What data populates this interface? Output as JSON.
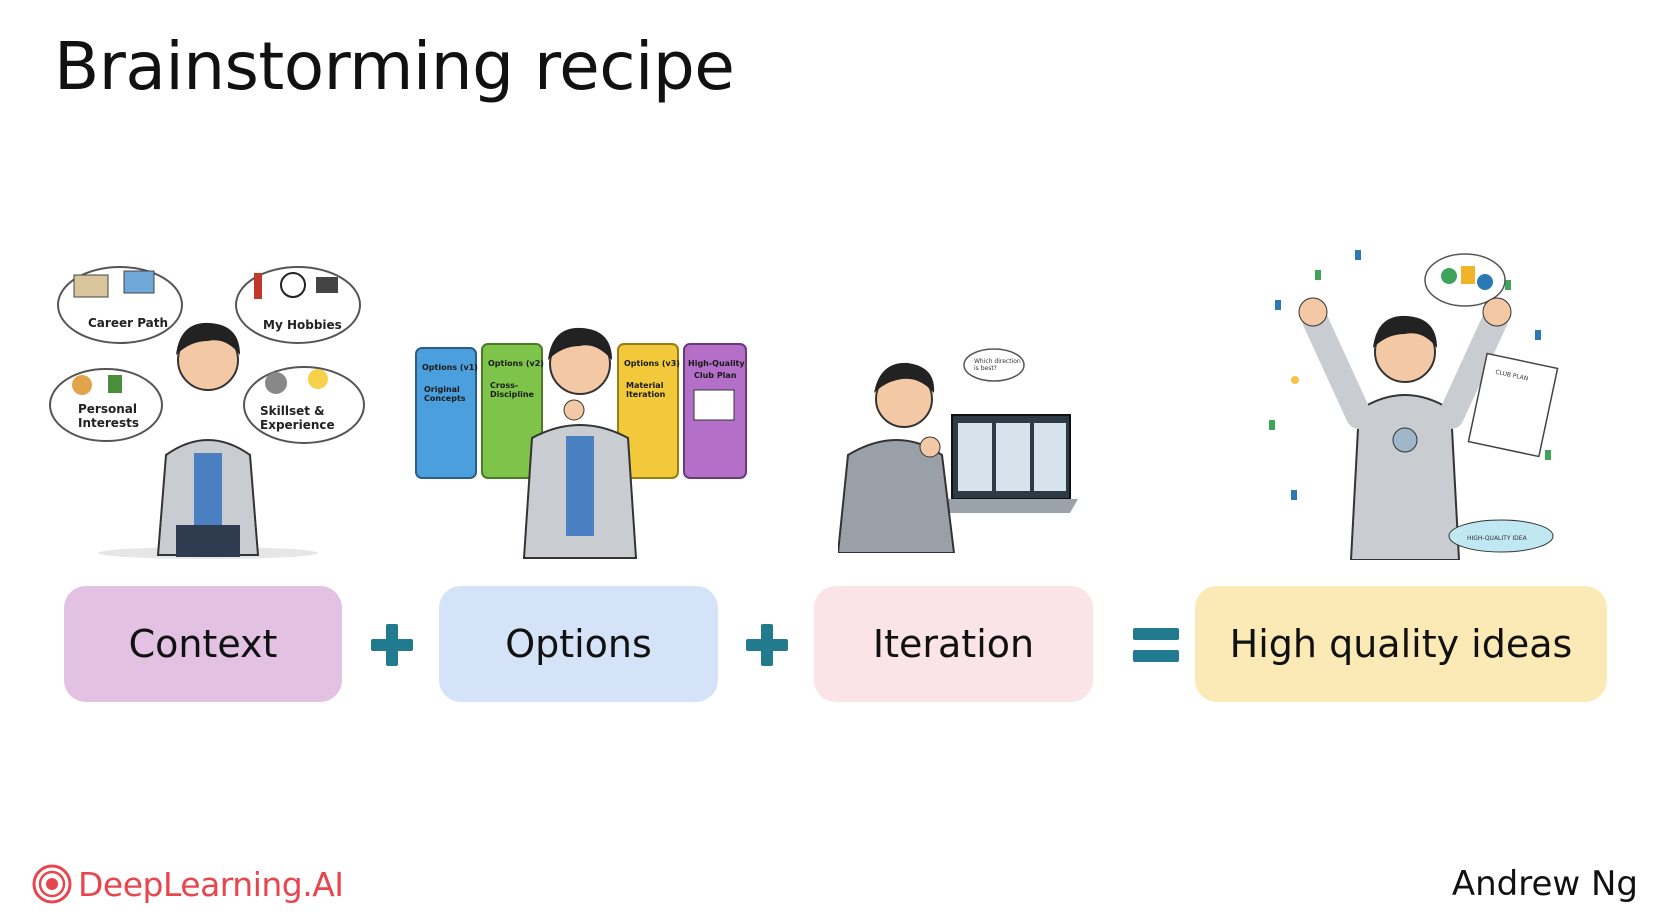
{
  "title": "Brainstorming recipe",
  "illustrations": {
    "context": {
      "clouds": [
        "Career Path",
        "My Hobbies",
        "Personal\nInterests",
        "Skillset &\nExperience"
      ]
    },
    "options": {
      "panels": [
        {
          "head": "Options (v1)",
          "body": "Original\nConcepts",
          "color": "#4a9fdc"
        },
        {
          "head": "Options (v2)",
          "body": "Cross-\nDiscipline",
          "color": "#7ec34a"
        },
        {
          "head": "Options (v3)",
          "body": "Material\nIteration",
          "color": "#f2c93a"
        },
        {
          "head": "High-Quality",
          "body": "Club Plan",
          "color": "#b46fc8"
        }
      ]
    },
    "iteration": {
      "thought": "Which direction\nis best?"
    },
    "ideas": {
      "sign": "CLUB PLAN",
      "pedestal": "HIGH-QUALITY IDEA"
    }
  },
  "formula": [
    {
      "label": "Context",
      "color": "#e2c1e2"
    },
    {
      "label": "Options",
      "color": "#d4e3f7"
    },
    {
      "label": "Iteration",
      "color": "#fbe4e7"
    },
    {
      "label": "High quality ideas",
      "color": "#fbeab5"
    }
  ],
  "operators": {
    "plus": "plus-sign",
    "equals": "equals-sign",
    "color": "#217a8e"
  },
  "footer": {
    "logo_text": "DeepLearning.AI",
    "author": "Andrew Ng",
    "brand_color": "#e8464e"
  }
}
